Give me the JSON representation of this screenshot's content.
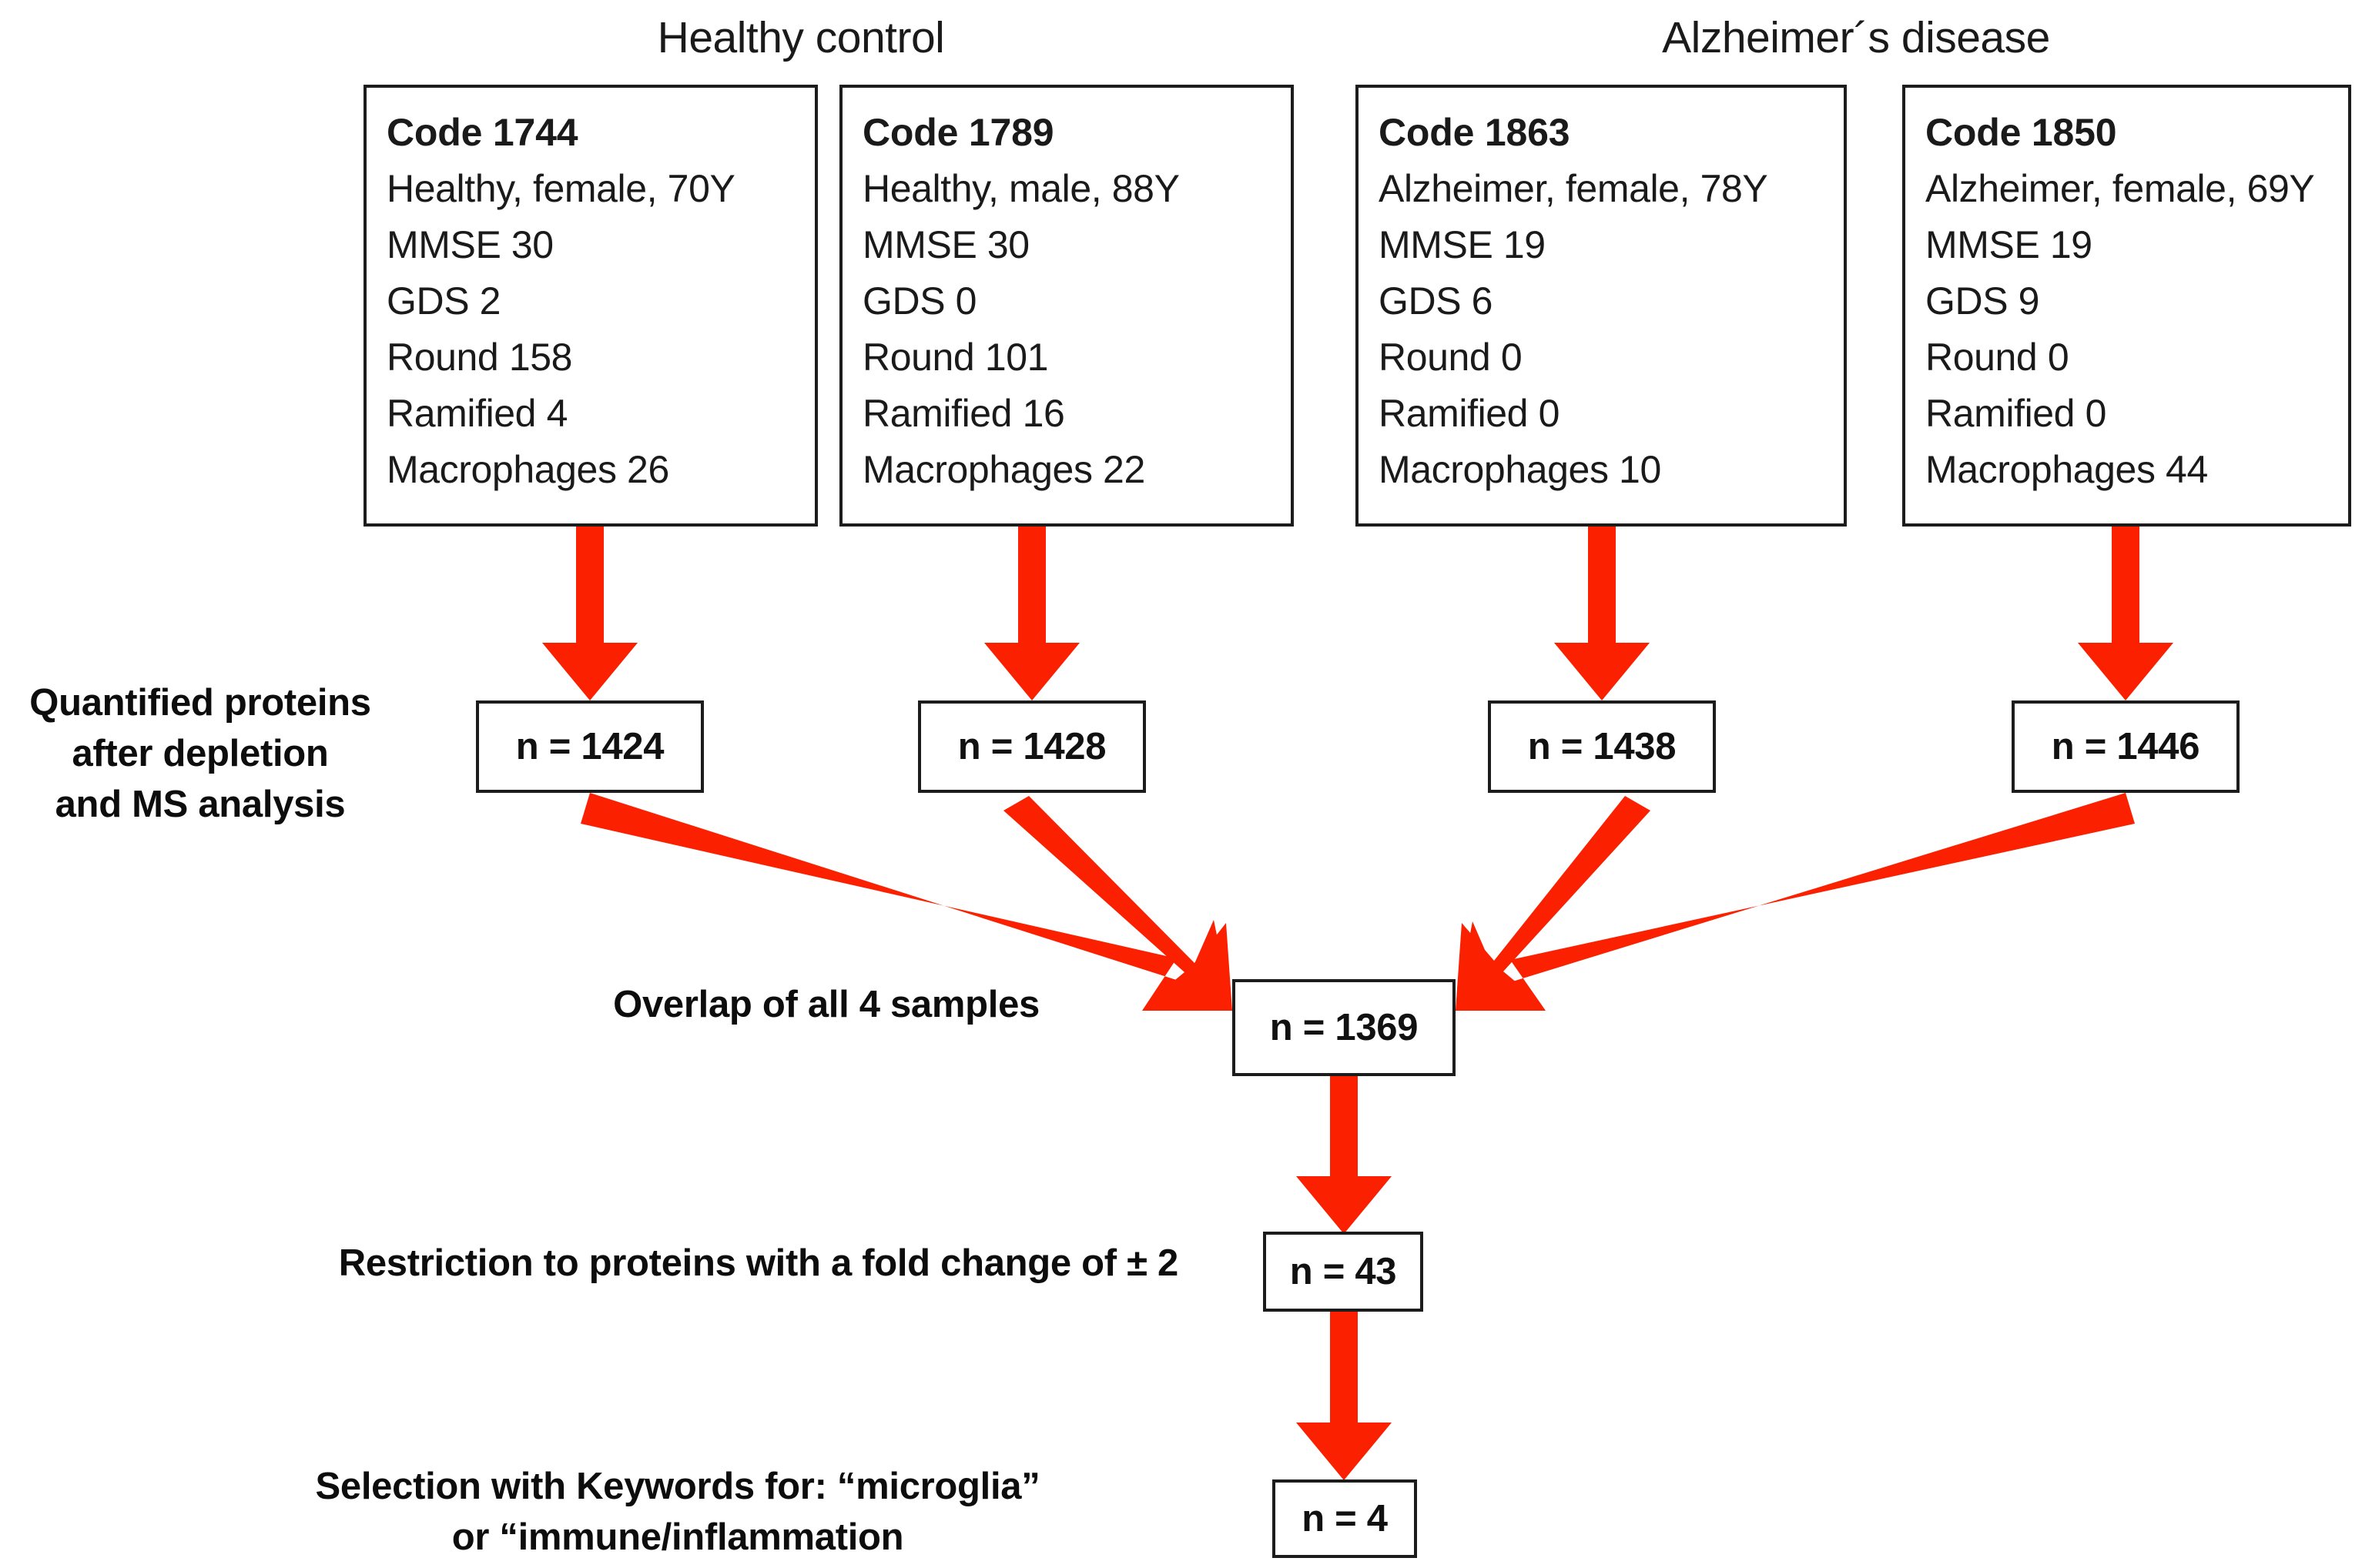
{
  "figure": {
    "type": "flowchart",
    "title": "Proteomics workflow: healthy control vs Alzheimer's disease",
    "accent_color": "#FA2000",
    "box_border_color": "#1C1C1C",
    "background_color": "#FFFFFF"
  },
  "groups": [
    {
      "id": "healthy-control",
      "label": "Healthy control"
    },
    {
      "id": "alzheimers-disease",
      "label": "Alzheimer´s disease"
    }
  ],
  "subjects": [
    {
      "group": "healthy-control",
      "code": "Code 1744",
      "lines": [
        "Healthy, female, 70Y",
        "MMSE 30",
        "GDS 2",
        "Round 158",
        "Ramified 4",
        "Macrophages 26"
      ],
      "diagnosis": "Healthy",
      "sex": "female",
      "age": "70Y",
      "mmse": 30,
      "gds": 2,
      "round": 158,
      "ramified": 4,
      "macrophages": 26
    },
    {
      "group": "healthy-control",
      "code": "Code 1789",
      "lines": [
        "Healthy, male, 88Y",
        "MMSE 30",
        "GDS 0",
        "Round 101",
        "Ramified 16",
        "Macrophages 22"
      ],
      "diagnosis": "Healthy",
      "sex": "male",
      "age": "88Y",
      "mmse": 30,
      "gds": 0,
      "round": 101,
      "ramified": 16,
      "macrophages": 22
    },
    {
      "group": "alzheimers-disease",
      "code": "Code 1863",
      "lines": [
        "Alzheimer, female, 78Y",
        "MMSE 19",
        "GDS 6",
        "Round 0",
        "Ramified 0",
        "Macrophages 10"
      ],
      "diagnosis": "Alzheimer",
      "sex": "female",
      "age": "78Y",
      "mmse": 19,
      "gds": 6,
      "round": 0,
      "ramified": 0,
      "macrophages": 10
    },
    {
      "group": "alzheimers-disease",
      "code": "Code 1850",
      "lines": [
        "Alzheimer, female, 69Y",
        "MMSE 19",
        "GDS 9",
        "Round 0",
        "Ramified 0",
        "Macrophages 44"
      ],
      "diagnosis": "Alzheimer",
      "sex": "female",
      "age": "69Y",
      "mmse": 19,
      "gds": 9,
      "round": 0,
      "ramified": 0,
      "macrophages": 44
    }
  ],
  "stages": [
    {
      "id": "quantified-proteins",
      "lines": [
        "Quantified proteins",
        "after depletion",
        "and MS analysis"
      ],
      "counts": [
        "n = 1424",
        "n = 1428",
        "n = 1438",
        "n = 1446"
      ],
      "values": [
        1424,
        1428,
        1438,
        1446
      ]
    },
    {
      "id": "overlap",
      "lines": [
        "Overlap of all 4 samples"
      ],
      "counts": [
        "n = 1369"
      ],
      "values": [
        1369
      ]
    },
    {
      "id": "fold-change",
      "lines": [
        "Restriction to proteins with a fold change of ± 2"
      ],
      "counts": [
        "n = 43"
      ],
      "values": [
        43
      ]
    },
    {
      "id": "keyword-selection",
      "lines": [
        "Selection with Keywords for: “microglia”",
        "or “immune/inflammation"
      ],
      "counts": [
        "n = 4"
      ],
      "values": [
        4
      ]
    }
  ]
}
